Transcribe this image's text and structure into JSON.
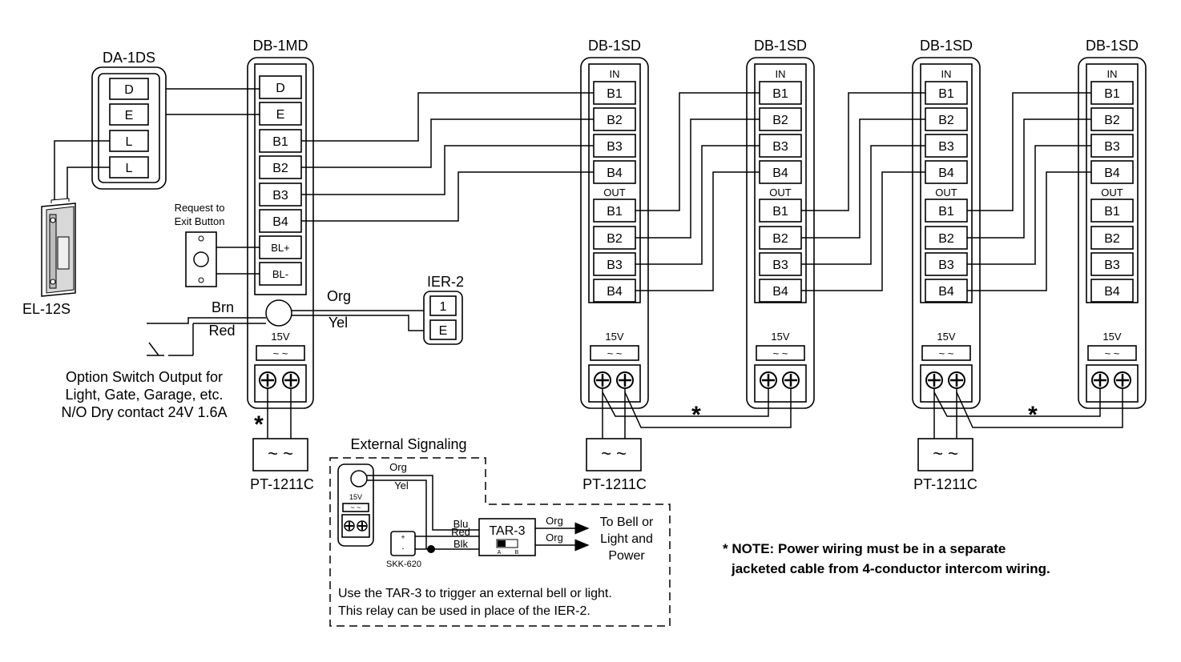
{
  "devices": {
    "da1ds": "DA-1DS",
    "db1md": "DB-1MD",
    "db1sd": [
      "DB-1SD",
      "DB-1SD",
      "DB-1SD",
      "DB-1SD"
    ],
    "el12s": "EL-12S",
    "ier2": "IER-2",
    "pt": [
      "PT-1211C",
      "PT-1211C",
      "PT-1211C"
    ]
  },
  "da1ds_terminals": [
    "D",
    "E",
    "L",
    "L"
  ],
  "db1md_terminals": [
    "D",
    "E",
    "B1",
    "B2",
    "B3",
    "B4",
    "BL+",
    "BL-"
  ],
  "sd_in_label": "IN",
  "sd_out_label": "OUT",
  "sd_terminals": [
    "B1",
    "B2",
    "B3",
    "B4"
  ],
  "voltage": "15V",
  "ac_marks": "~ ~",
  "ier2_terminals": [
    "1",
    "E"
  ],
  "wire_labels": {
    "org": "Org",
    "yel": "Yel",
    "brn": "Brn",
    "red": "Red",
    "blu": "Blu",
    "blk": "Blk"
  },
  "request_exit": [
    "Request to",
    "Exit Button"
  ],
  "option_text": [
    "Option Switch Output for",
    "Light, Gate, Garage, etc.",
    "N/O Dry contact 24V 1.6A"
  ],
  "ext": {
    "title": "External Signaling",
    "tar3": "TAR-3",
    "skk": "SKK-620",
    "sw_a": "A",
    "sw_b": "B",
    "plus": "+",
    "minus": "-",
    "to_bell": [
      "To Bell or",
      "Light and",
      "Power"
    ],
    "desc": [
      "Use the TAR-3 to trigger an external bell or light.",
      "This relay can be used in place of the IER-2."
    ]
  },
  "asterisk": "*",
  "note": [
    "* NOTE: Power wiring must be in a separate",
    "jacketed cable from 4-conductor intercom wiring."
  ]
}
